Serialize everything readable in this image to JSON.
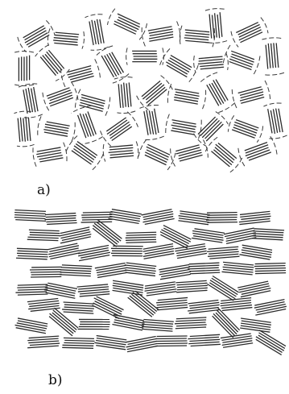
{
  "figure": {
    "panels": [
      {
        "id": "a",
        "label": "a)",
        "packing": "loose"
      },
      {
        "id": "b",
        "label": "b)",
        "packing": "dense"
      }
    ],
    "colors": {
      "line": "#2b2b2b",
      "boundary": "#3a3a3a",
      "background": "#ffffff"
    }
  }
}
